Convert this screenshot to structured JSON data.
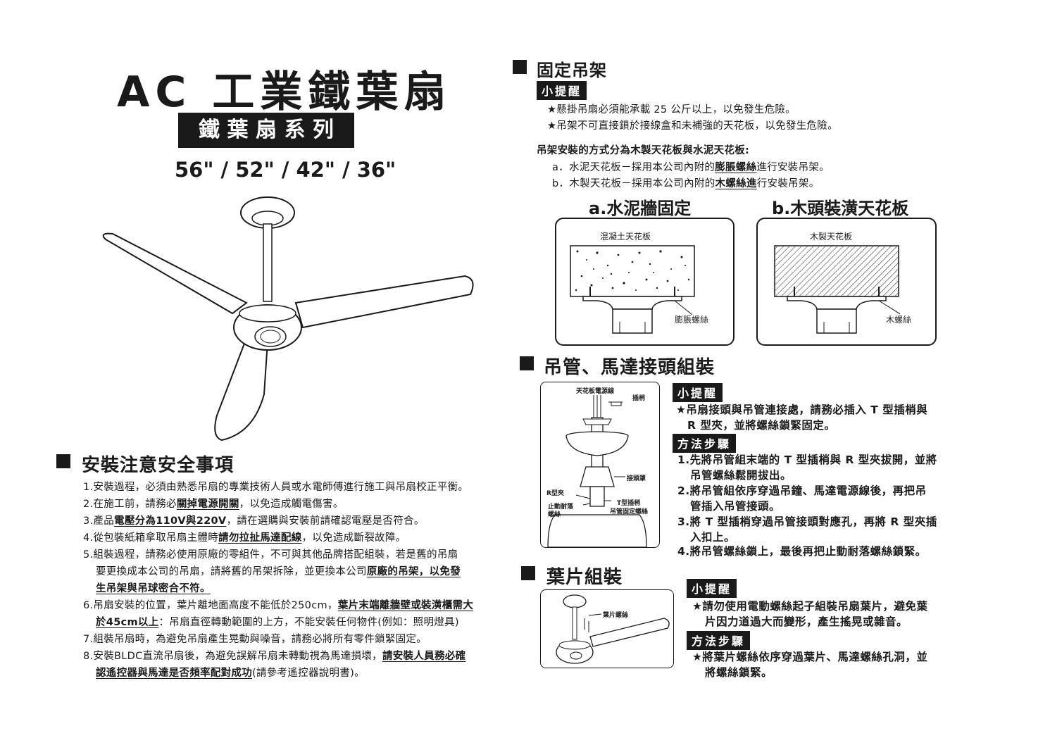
{
  "title": "AC 工業鐵葉扇",
  "series_label": "鐵 葉 扇 系 列",
  "sizes": "56\" / 52\" / 42\" / 36\"",
  "safety": {
    "heading": "安裝注意安全事項",
    "items": [
      {
        "p1": "1.安裝過程，必須由熟悉吊扇的專業技術人員或水電師傅進行施工與吊扇校正平衡。"
      },
      {
        "p1": "2.在施工前，請務必",
        "u1": "關掉電源開關",
        "p2": "，以免造成觸電傷害。"
      },
      {
        "p1": "3.產品",
        "u1": "電壓分為110V與220V",
        "p2": "，請在選購與安裝前請確認電壓是否符合。"
      },
      {
        "p1": "4.從包裝紙箱拿取吊扇主體時",
        "u1": "請勿拉扯馬達配線",
        "p2": "，以免造成斷裂故障。"
      },
      {
        "p1": "5.組裝過程，請務必使用原廠的零組件，不可與其他品牌搭配組裝，若是舊的吊扇",
        "l2": "要更換成本公司的吊扇，請將舊的吊架拆除，並更換本公司",
        "u2": "原廠的吊架，以免發",
        "u3": "生吊架與吊球密合不符。"
      },
      {
        "p1": "6.吊扇安裝的位置，葉片離地面高度不能低於250cm，",
        "u1": "葉片末端離牆壁或裝潢櫃需大",
        "u2": "於45cm以上",
        "p2": "：吊扇直徑轉動範圍的上方，不能安裝任何物件(例如：照明燈具)"
      },
      {
        "p1": "7.組裝吊扇時，為避免吊扇產生晃動與噪音，請務必將所有零件鎖緊固定。"
      },
      {
        "p1": "8.安裝BLDC直流吊扇後，為避免誤解吊扇未轉動視為馬達損壞，",
        "u1": "請安裝人員務必確",
        "u2": "認遙控器與馬達是否頻率配對成功",
        "p2": "(請參考遙控器說明書)。"
      }
    ]
  },
  "bracket": {
    "heading": "固定吊架",
    "tip_label": "小提醒",
    "tips": [
      "★懸掛吊扇必須能承載 25 公斤以上，以免發生危險。",
      "★吊架不可直接鎖於接線盒和未補強的天花板，以免發生危險。"
    ],
    "method_title": "吊架安裝的方式分為木製天花板與水泥天花板:",
    "method_a": {
      "p1": "a．水泥天花板－採用本公司內附的",
      "u1": "膨脹螺絲",
      "p2": "進行安裝吊架。"
    },
    "method_b": {
      "p1": "b．木製天花板－採用本公司內附的",
      "u1": "木螺絲進",
      "p2": "行安裝吊架。"
    },
    "fig_a_title": "a.水泥牆固定",
    "fig_b_title": "b.木頭裝潢天花板",
    "fig_a_ceiling": "混凝土天花板",
    "fig_a_screw": "膨脹螺絲",
    "fig_b_ceiling": "木製天花板",
    "fig_b_screw": "木螺絲"
  },
  "pipe": {
    "heading": "吊管、馬達接頭組裝",
    "tip_label": "小提醒",
    "tip_l1": "★吊扇接頭與吊管連接處，請務必插入 T 型插梢與",
    "tip_l2": "R 型夾，並將螺絲鎖緊固定。",
    "method_label": "方法步驟",
    "steps": [
      "1.先將吊管組末端的 T 型插梢與 R 型夾拔開，並將",
      "吊管螺絲鬆開拔出。",
      "2.將吊管組依序穿過吊鐘、馬達電源線後，再把吊",
      "管插入吊管接頭。",
      "3.將 T 型插梢穿過吊管接頭對應孔，再將 R 型夾插",
      "入扣上。",
      "4.將吊管螺絲鎖上，最後再把止動耐落螺絲鎖緊。"
    ],
    "labels": {
      "wire": "天花板電源線",
      "pin": "插梢",
      "cover": "接頭罩",
      "rclip": "R型夾",
      "lock1": "止動耐落",
      "lock2": "螺絲",
      "tpin": "T型插梢",
      "pipescrew": "吊管固定螺絲"
    }
  },
  "blade": {
    "heading": "葉片組裝",
    "tip_label": "小提醒",
    "tip_l1": "★請勿使用電動螺絲起子組裝吊扇葉片，避免葉",
    "tip_l2": "片因力道過大而變形，產生搖晃或雜音。",
    "method_label": "方法步驟",
    "step_l1": "★將葉片螺絲依序穿過葉片、馬達螺絲孔洞，並",
    "step_l2": "將螺絲鎖緊。",
    "screw_label": "葉片螺絲"
  }
}
